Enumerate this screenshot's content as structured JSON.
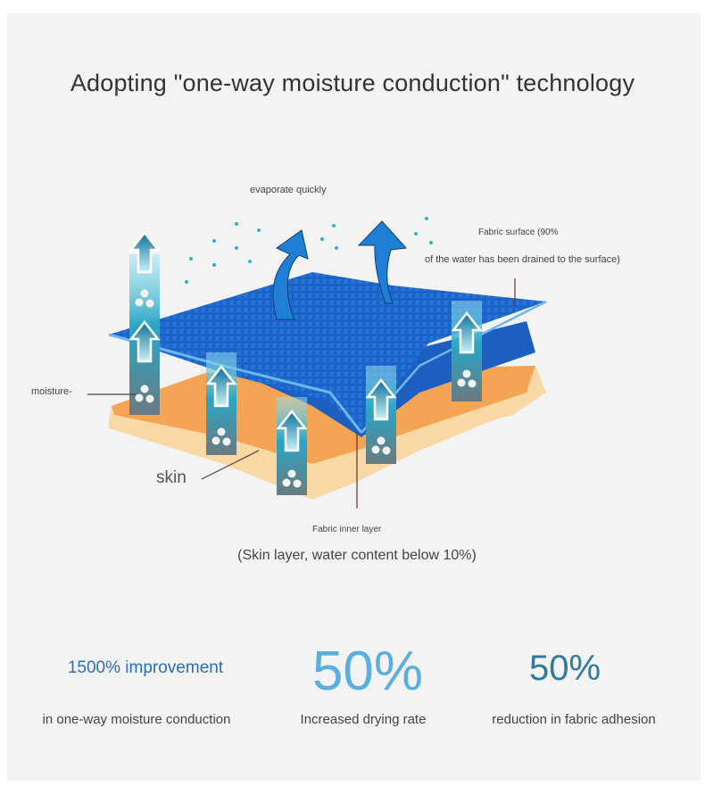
{
  "title": "Adopting \"one-way moisture conduction\" technology",
  "diagram": {
    "evaporate_label": "evaporate quickly",
    "fabric_surface_line1": "Fabric surface (90%",
    "fabric_surface_line2": "of the water has been drained to the surface)",
    "moisture_label": "moisture-",
    "skin_label": "skin",
    "inner_layer_label": "Fabric inner layer",
    "skin_layer_note": "(Skin layer, water content below 10%)"
  },
  "stats": [
    {
      "value": "1500% improvement",
      "caption": "in one-way moisture conduction",
      "color": "#2a6fba"
    },
    {
      "value": "50%",
      "caption": "Increased drying rate",
      "color": "#5aaee0"
    },
    {
      "value": "50%",
      "caption": "reduction in fabric adhesion",
      "color": "#2f7a9e"
    }
  ]
}
